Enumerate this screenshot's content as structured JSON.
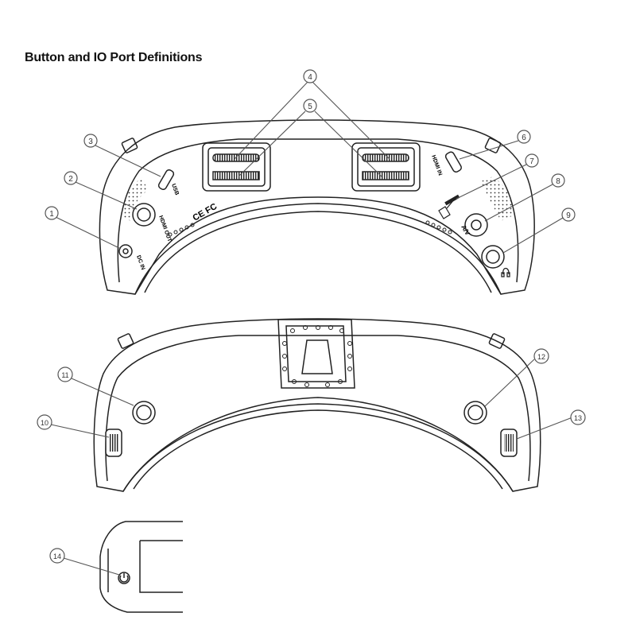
{
  "title": "Button and IO Port Definitions",
  "markings": {
    "dc_in": "DC IN",
    "hdmi_out": "HDMI OUT",
    "usb": "USB",
    "ce_fc": "CE FC",
    "hdmi_in": "HDMI IN",
    "av": "A/V"
  },
  "callouts": [
    "1",
    "2",
    "3",
    "4",
    "5",
    "6",
    "7",
    "8",
    "9",
    "10",
    "11",
    "12",
    "13",
    "14"
  ],
  "colors": {
    "line": "#222222",
    "callout": "#666666"
  }
}
